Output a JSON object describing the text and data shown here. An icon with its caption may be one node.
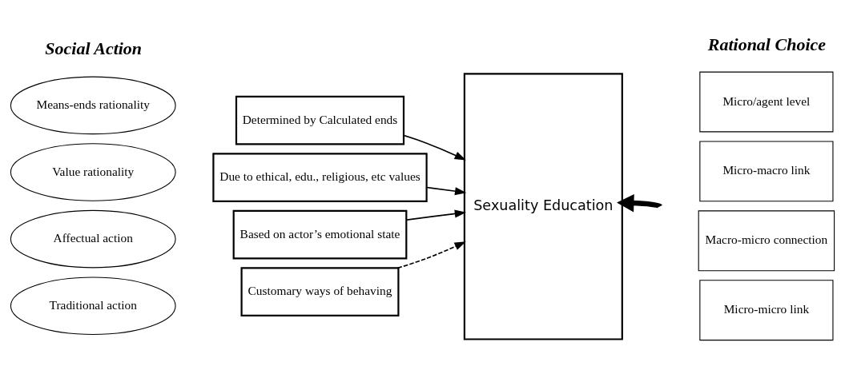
{
  "diagram": {
    "nodes": [
      {
        "text": [
          "Means-ends rationality"
        ]
      },
      {
        "text": [
          "Value rationality"
        ]
      },
      {
        "text": [
          "Affectual action"
        ]
      },
      {
        "text": [
          "Traditional action"
        ]
      },
      {
        "text": [
          "Determined by Calculated ends"
        ]
      },
      {
        "text": [
          "Due to ethical, edu., religious, etc values"
        ]
      },
      {
        "text": [
          "Based on actor’s emotional state"
        ]
      },
      {
        "text": [
          "Customary ways of behaving"
        ]
      },
      {
        "text": [
          "Sexuality Education"
        ]
      },
      {
        "text": [
          "Micro/agent level"
        ]
      },
      {
        "text": [
          "Micro-macro link"
        ]
      },
      {
        "text": [
          "Macro-micro connection"
        ]
      },
      {
        "text": [
          "Micro-micro link"
        ]
      }
    ],
    "edges": [
      {
        "from": 4,
        "to": 8,
        "arrow": "to"
      },
      {
        "from": 5,
        "to": 8,
        "arrow": "to"
      },
      {
        "from": 6,
        "to": 8,
        "arrow": "to"
      },
      {
        "from": 7,
        "to": 8,
        "arrow": "to",
        "style": "dashed"
      },
      {
        "from": null,
        "to": 8,
        "arrow": "to",
        "style": "thick"
      }
    ],
    "labels": [
      "Social Action",
      "Rational Choice"
    ]
  }
}
